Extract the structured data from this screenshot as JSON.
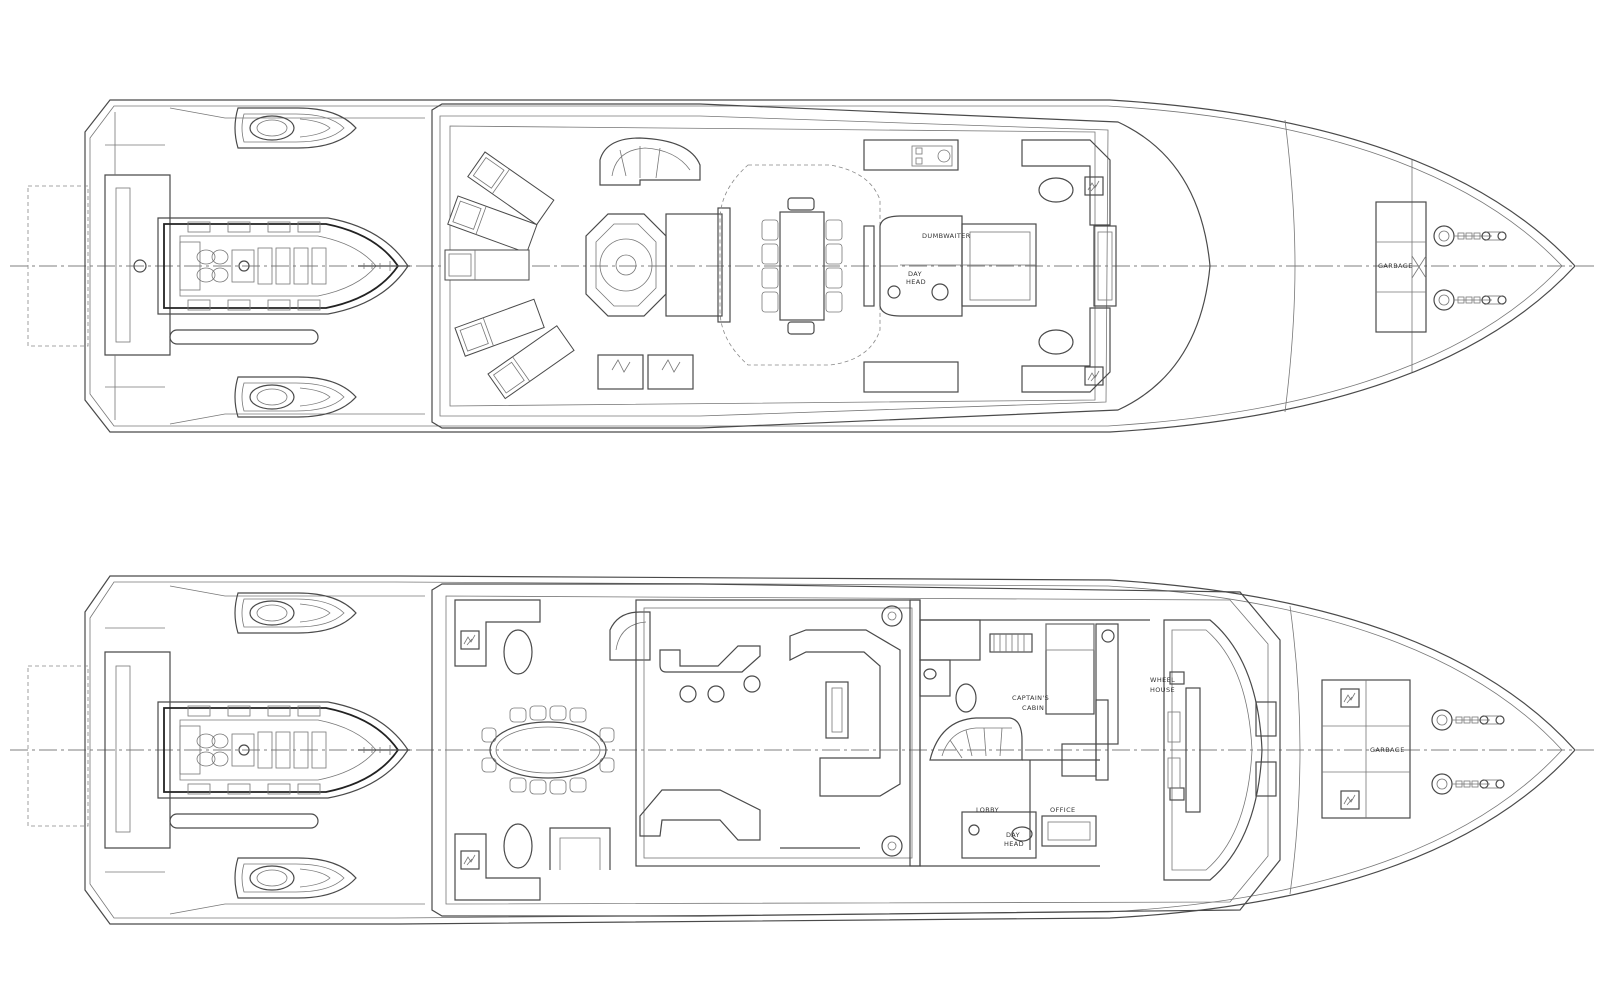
{
  "upper_deck": {
    "dumbwaiter": "DUMBWAITER",
    "day_head": [
      "DAY",
      "HEAD"
    ],
    "garbage": "GARBAGE"
  },
  "main_deck": {
    "captains_cabin": [
      "CAPTAIN'S",
      "CABIN"
    ],
    "wheel_house": [
      "WHEEL",
      "HOUSE"
    ],
    "lobby": "LOBBY",
    "office": "OFFICE",
    "day_head": [
      "DAY",
      "HEAD"
    ],
    "garbage": "GARBAGE"
  }
}
